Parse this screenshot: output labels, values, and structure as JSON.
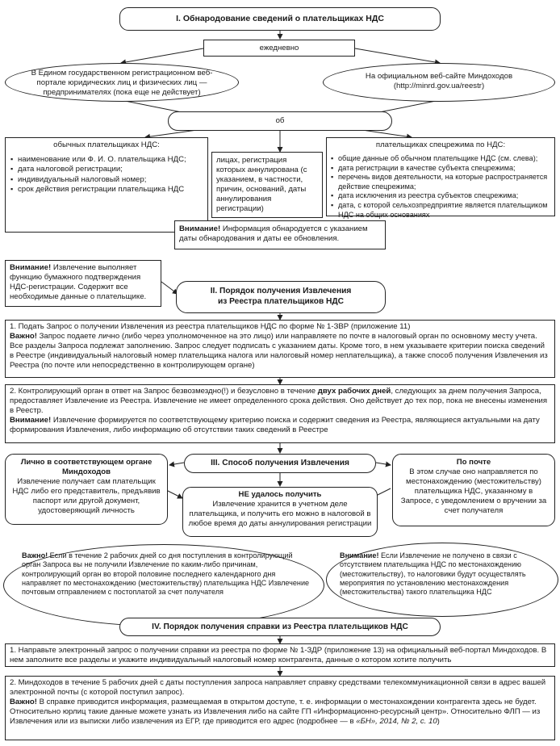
{
  "sec1": {
    "title": "I. Обнародование сведений о плательщиках НДС",
    "daily": "ежедневно",
    "left_oval": "В Едином государственном регистрационном веб-портале юридических лиц и физических лиц — предпринимателях (пока еще не действует)",
    "right_oval_line1": "На официальном веб-сайте Миндоходов",
    "right_oval_line2": "(http://minrd.gov.ua/reestr)",
    "about": "об",
    "ordinary_title": "обычных плательщиках НДС:",
    "ordinary_items": [
      "наименование или Ф. И. О. плательщика НДС;",
      "дата налоговой регистрации;",
      "индивидуальный налоговый номер;",
      "срок действия регистрации плательщика НДС"
    ],
    "annulled": "лицах, регистрация которых аннулирована (с указанием, в частности, причин, оснований, даты аннулирования регистрации)",
    "special_title": "плательщиках спецрежима по НДС:",
    "special_items": [
      "общие данные об обычном плательщике НДС (см. слева);",
      "дата регистрации в качестве субъекта спецрежима;",
      "перечень видов деятельности, на которые распространяется действие спецрежима;",
      "дата исключения из реестра субъектов спецрежима;",
      "дата, с которой сельхозпредприятие является плательщиком НДС на общих основаниях"
    ],
    "attention_label": "Внимание!",
    "attention_text": " Информация обнародуется с указанием даты обнародования и даты ее обновления."
  },
  "sec2": {
    "note_label": "Внимание!",
    "note_text": " Извлечение выполняет функцию бумажного подтверждения НДС-регистрации. Содержит все необходимые данные о плательщике.",
    "title_line1": "II. Порядок получения Извлечения",
    "title_line2": "из Реестра плательщиков НДС",
    "step1_line": "1. Подать Запрос о получении Извлечения из реестра плательщиков НДС по форме № 1-ЗВР (приложение 11)",
    "step1_imp_label": "Важно!",
    "step1_imp_text": " Запрос подаете лично (либо через уполномоченное на это лицо) или направляете по почте в налоговый орган по основному месту учета. Все разделы Запроса подлежат заполнению. Запрос следует подписать с указанием даты. Кроме того, в нем указываете критерии поиска сведений в Реестре (индивидуальный налоговый номер плательщика налога или налоговый номер неплательщика), а также способ получения Извлечения из Реестра (по почте или непосредственно в контролирующем органе)",
    "step2_a": "2. Контролирующий орган в ответ на Запрос безвозмездно(!) и безусловно в течение ",
    "step2_b": "двух рабочих дней",
    "step2_c": ", следующих за днем получения Запроса, предоставляет Извлечение из Реестра. Извлечение не имеет определенного срока действия. Оно действует до тех пор, пока не внесены изменения в Реестр.",
    "step2_att_label": "Внимание!",
    "step2_att_text": " Извлечение формируется по соответствующему критерию поиска и содержит сведения из Реестра, являющиеся актуальными на дату формирования Извлечения, либо информацию об отсутствии таких сведений в Реестре"
  },
  "sec3": {
    "title": "III. Способ получения Извлечения",
    "personal_title": "Лично в соответствующем органе Миндоходов",
    "personal_text": "Извлечение получает сам плательщик НДС либо его представитель, предъявив паспорт или другой документ, удостоверяющий личность",
    "mail_title": "По почте",
    "mail_text": "В этом случае оно направляется по местонахождению (местожительству) плательщика НДС, указанному в Запросе, с уведомлением о вручении за счет получателя",
    "fail_title": "НЕ удалось получить",
    "fail_text": "Извлечение хранится в учетном деле плательщика, и получить его можно в налоговой в любое время до даты аннулирования регистрации",
    "left_note_label": "Важно!",
    "left_note_text": " Если в течение 2 рабочих дней со дня поступления в контролирующий орган Запроса вы не получили Извлечение по каким-либо причинам, контролирующий орган во второй половине последнего календарного дня направляет по местонахождению (местожительству) плательщика НДС Извлечение почтовым отправлением с постоплатой за счет получателя",
    "right_note_label": "Внимание!",
    "right_note_text": " Если Извлечение не получено в связи с отсутствием плательщика НДС по местонахождению (местожительству), то налоговики будут осуществлять мероприятия по установлению местонахождения (местожительства) такого плательщика НДС"
  },
  "sec4": {
    "title": "IV. Порядок получения справки из Реестра плательщиков НДС",
    "step1": "1. Направьте электронный запрос о получении справки из реестра по форме № 1-ЗДР (приложение 13) на официальный веб-портал Миндоходов. В нем заполните все разделы и укажите индивидуальный налоговый номер контрагента, данные о котором хотите получить",
    "step2_line": "2. Миндоходов в течение 5 рабочих дней с даты поступления запроса направляет справку средствами телекоммуникационной связи в адрес вашей электронной почты (с которой поступил запрос).",
    "step2_imp_label": "Важно!",
    "step2_imp_text": " В справке приводится информация, размещаемая в открытом доступе, т. е. информации о местонахождении контрагента здесь не будет. Относительно юрлиц такие данные можете узнать из Извлечения либо на сайте ГП «Информационно-ресурсный центр». Относительно ФЛП — из Извлечения или из выписки либо извлечения из ЕГР, где приводится его адрес (подробнее — в ",
    "step2_ref": "«БН», 2014, № 2, с. 10",
    "step2_end": ")"
  },
  "colors": {
    "line": "#222222",
    "background": "#ffffff",
    "text": "#1a1a1a"
  }
}
